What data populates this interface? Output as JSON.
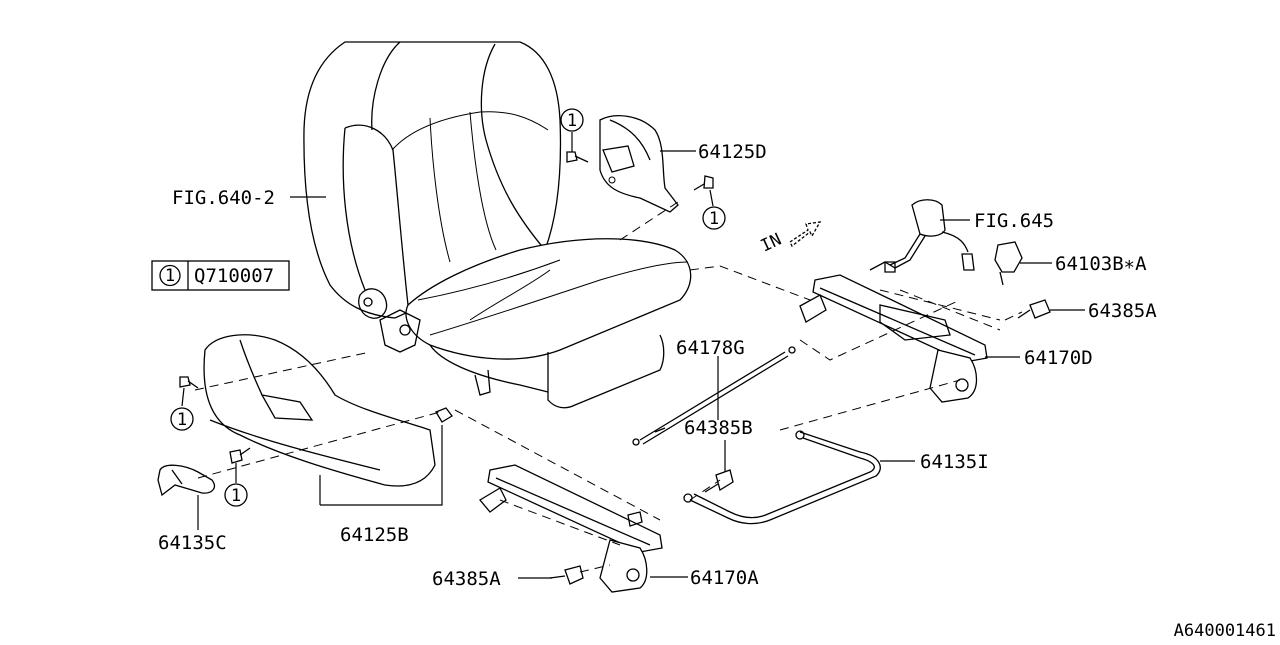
{
  "diagram": {
    "labels": {
      "fig_640_2": "FIG.640-2",
      "p64125D": "64125D",
      "fig_645": "FIG.645",
      "p64103B_A": "64103B∗A",
      "p64385A_top": "64385A",
      "p64170D": "64170D",
      "p64178G": "64178G",
      "p64385B": "64385B",
      "p64135I": "64135I",
      "p64135C": "64135C",
      "p64125B": "64125B",
      "p64385A_bottom": "64385A",
      "p64170A": "64170A",
      "in_arrow": "IN"
    },
    "legend": {
      "number": "1",
      "part": "Q710007"
    },
    "callouts": [
      "1",
      "1",
      "1",
      "1"
    ],
    "footer_code": "A640001461"
  }
}
